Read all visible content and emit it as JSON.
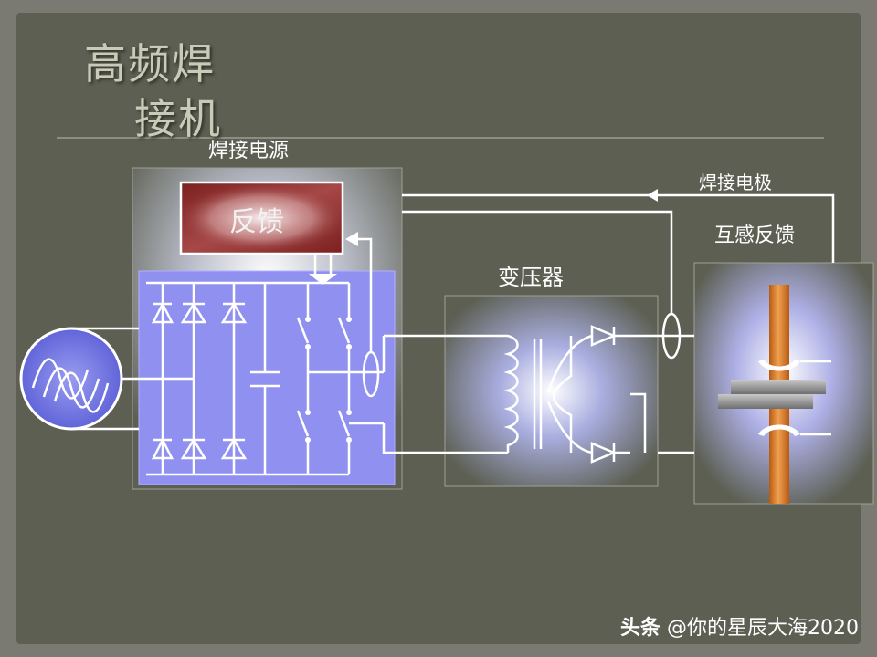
{
  "slide": {
    "title_line1": "高频焊",
    "title_line2": "接机"
  },
  "labels": {
    "power_supply": "焊接电源",
    "feedback": "反馈",
    "transformer": "变压器",
    "electrode": "焊接电极",
    "mutual_feedback": "互感反馈"
  },
  "watermark": {
    "brand": "头条",
    "author": "@你的星辰大海2020"
  },
  "colors": {
    "background": "#5c5f52",
    "inverter_panel": "#8f90f0",
    "feedback_box": "#8b2b2b",
    "electrode_rod": "#d4772a",
    "wire": "#ffffff"
  }
}
